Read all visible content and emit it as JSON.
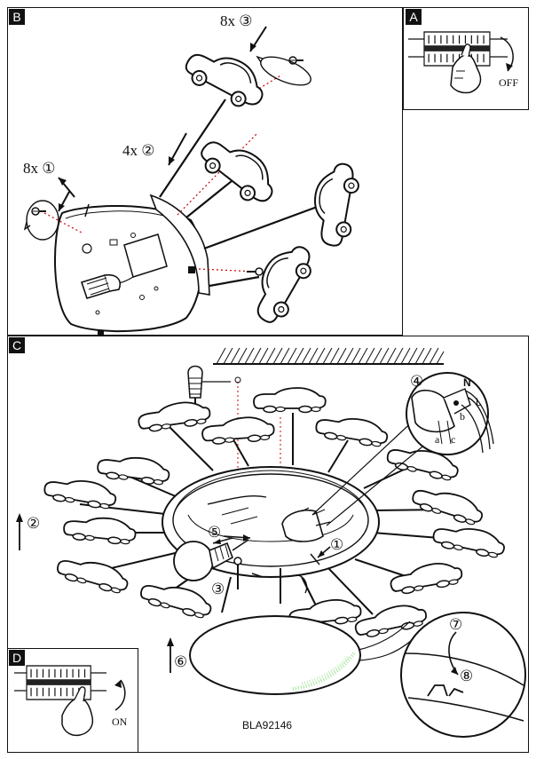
{
  "panels": {
    "b": {
      "label": "B",
      "step3": "8x ③",
      "step2": "4x ②",
      "step1": "8x ①"
    },
    "a": {
      "label": "A",
      "switch_state": "OFF"
    },
    "c": {
      "label": "C",
      "step4": "④",
      "step5": "⑤",
      "step1": "①",
      "step2": "②",
      "step3": "③",
      "step6": "⑥",
      "step7": "⑦",
      "step8": "⑧",
      "wire_n": "N",
      "wire_l": "L",
      "letter_a": "a",
      "letter_b": "b",
      "letter_c": "c"
    },
    "d": {
      "label": "D",
      "switch_state": "ON"
    }
  },
  "model_code": "BLA92146",
  "icons": [
    "car-lamp-icon",
    "screw-icon",
    "wall-plug-icon",
    "bulb-icon",
    "circuit-breaker-icon",
    "hand-icon",
    "rotate-arrow-icon",
    "up-arrow-icon"
  ]
}
